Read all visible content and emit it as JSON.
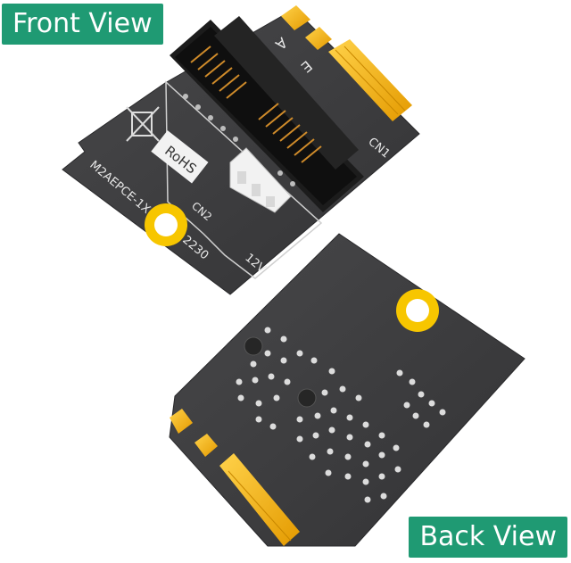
{
  "labels": {
    "front": "Front View",
    "back": "Back View"
  },
  "pcb_text": {
    "model": "M2AEPCE-1X",
    "size": "2230",
    "cn1": "CN1",
    "cn2": "CN2",
    "voltage": "12V",
    "rohs": "RoHS",
    "key_a": "A",
    "key_e": "E"
  },
  "colors": {
    "pcb": "#3d3d3f",
    "gold": "#f5b300",
    "label_bg": "#1f9a73",
    "via": "#dcdcdc",
    "mounting_hole": "#f7c600"
  }
}
